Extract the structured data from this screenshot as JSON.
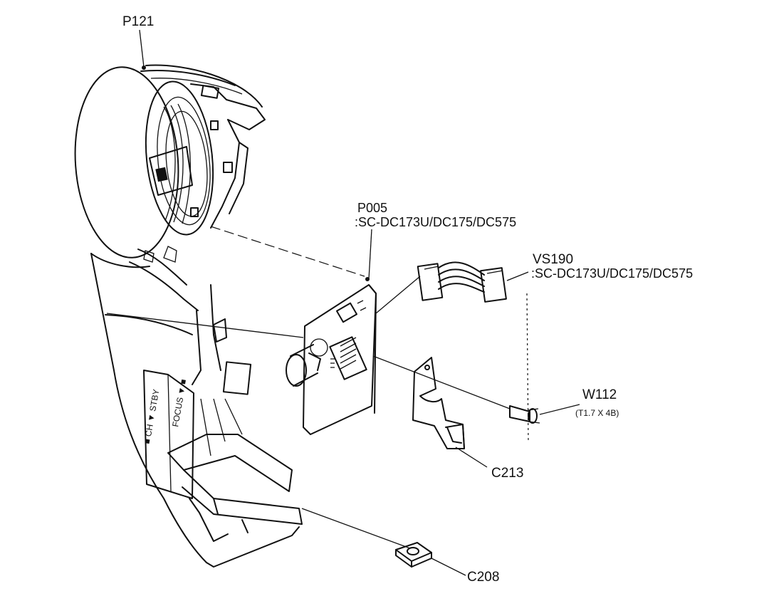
{
  "labels": {
    "p121": "P121",
    "p005": "P005",
    "p005_models": ":SC-DC173U/DC175/DC575",
    "vs190": "VS190",
    "vs190_models": ":SC-DC173U/DC175/DC575",
    "w112": "W112",
    "w112_spec": "(T1.7 X 4B)",
    "c213": "C213",
    "c208": "C208"
  },
  "housing_text": {
    "left_column": "■ CH ▼ STBY",
    "right_column": "FOCUS ▼ ■"
  }
}
